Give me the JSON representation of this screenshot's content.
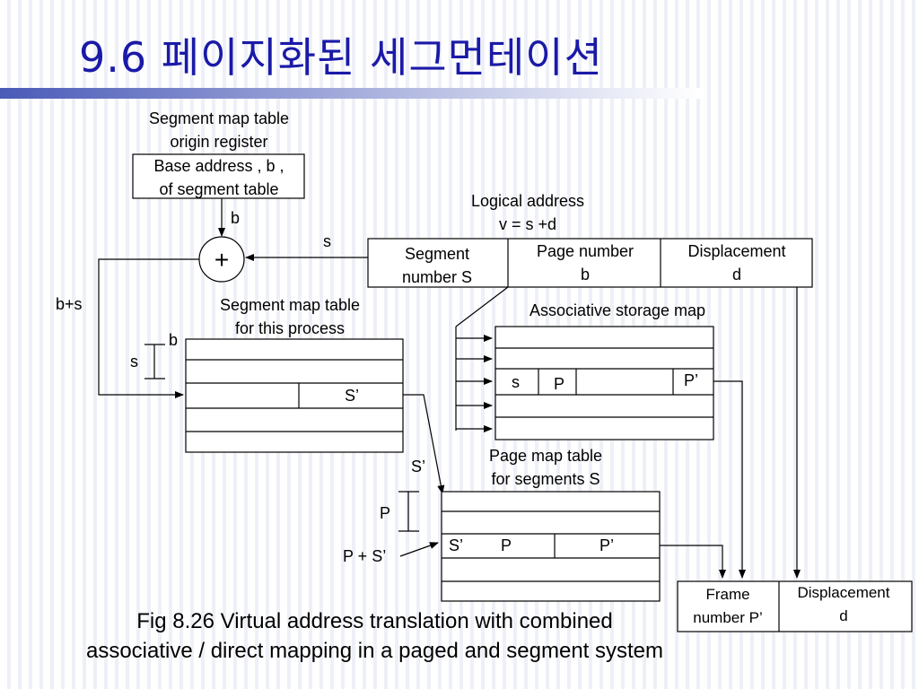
{
  "title": "9.6 페이지화된 세그먼테이션",
  "diagram": {
    "smt_origin_register_title": [
      "Segment map table",
      "origin register"
    ],
    "smt_origin_register_box": [
      "Base address , b ,",
      "of segment table"
    ],
    "label_b": "b",
    "label_s": "s",
    "adder_symbol": "+",
    "logical_address_title": [
      "Logical address",
      "v = s +d"
    ],
    "logical_address_fields": {
      "segment": [
        "Segment",
        "number  S"
      ],
      "page": [
        "Page number",
        "b"
      ],
      "displacement": [
        "Displacement",
        "d"
      ]
    },
    "label_b_plus_s": "b+s",
    "segment_map_table_title": [
      "Segment map table",
      "for this process"
    ],
    "smt_range_b": "b",
    "smt_range_s": "s",
    "smt_entry": "S’",
    "associative_map_title": "Associative storage map",
    "assoc_entry": {
      "s": "s",
      "p": "P",
      "p_prime": "P’"
    },
    "page_map_table_title": [
      "Page map table",
      "for segments S"
    ],
    "label_s_prime": "S’",
    "pmt_range_p": "P",
    "label_p_plus_s_prime": "P + S’",
    "pmt_entry": {
      "s_prime": "S’",
      "p": "P",
      "p_prime": "P’"
    },
    "real_address": {
      "frame": [
        "Frame",
        "number P’"
      ],
      "displacement": [
        "Displacement",
        "d"
      ]
    }
  },
  "caption": [
    "Fig 8.26 Virtual address translation with combined",
    "associative / direct mapping in a paged and segment system"
  ],
  "colors": {
    "title": "#1a1aa8",
    "accent_bar_start": "#4a5ab8",
    "accent_bar_end": "#ffffff"
  }
}
